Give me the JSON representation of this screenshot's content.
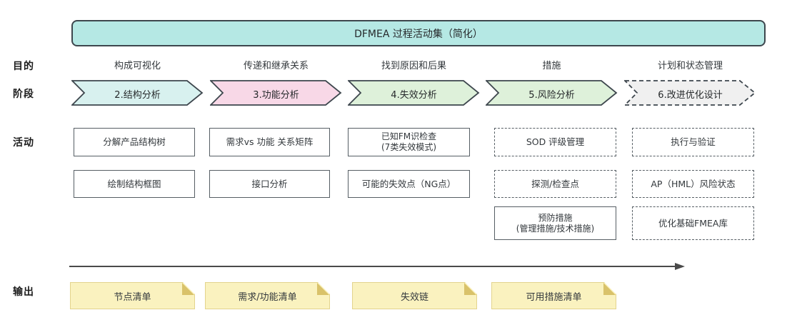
{
  "title": "DFMEA 过程活动集（简化）",
  "row_labels": {
    "purpose": "目的",
    "phase": "阶段",
    "activity": "活动",
    "output": "输出"
  },
  "columns": [
    {
      "purpose": "构成可视化",
      "phase": "2.结构分析",
      "phase_fill": "#d8f1ef",
      "phase_dashed": false,
      "activities": [
        {
          "lines": [
            "分解产品结构树"
          ],
          "dashed": false
        },
        {
          "lines": [
            "绘制结构框图"
          ],
          "dashed": false
        }
      ],
      "output": "节点清单"
    },
    {
      "purpose": "传递和继承关系",
      "phase": "3.功能分析",
      "phase_fill": "#f8d8e7",
      "phase_dashed": false,
      "activities": [
        {
          "lines": [
            "需求vs 功能 关系矩阵"
          ],
          "dashed": false
        },
        {
          "lines": [
            "接口分析"
          ],
          "dashed": false
        }
      ],
      "output": "需求/功能清单"
    },
    {
      "purpose": "找到原因和后果",
      "phase": "4.失效分析",
      "phase_fill": "#def1da",
      "phase_dashed": false,
      "activities": [
        {
          "lines": [
            "已知FM识检查",
            "(7类失效模式)"
          ],
          "dashed": false
        },
        {
          "lines": [
            "可能的失效点（NG点）"
          ],
          "dashed": false
        }
      ],
      "output": "失效链"
    },
    {
      "purpose": "措施",
      "phase": "5.风险分析",
      "phase_fill": "#def1da",
      "phase_dashed": false,
      "activities": [
        {
          "lines": [
            "SOD 评级管理"
          ],
          "dashed": true
        },
        {
          "lines": [
            "探测/检查点"
          ],
          "dashed": true
        },
        {
          "lines": [
            "预防措施",
            "(管理措施/技术措施)"
          ],
          "dashed": false
        }
      ],
      "output": "可用措施清单"
    },
    {
      "purpose": "计划和状态管理",
      "phase": "6.改进优化设计",
      "phase_fill": "#f0f0f0",
      "phase_dashed": true,
      "activities": [
        {
          "lines": [
            "执行与验证"
          ],
          "dashed": true
        },
        {
          "lines": [
            "AP（HML）风险状态"
          ],
          "dashed": true
        },
        {
          "lines": [
            "优化基础FMEA库"
          ],
          "dashed": true
        }
      ],
      "output": null
    }
  ],
  "colors": {
    "banner_fill": "#b5e8e4",
    "shape_border": "#3d464d",
    "box_border": "#565e64",
    "note_fill": "#faf2bf",
    "note_border": "#e3d48d",
    "note_fold": "#d9c26a",
    "timeline": "#4a4a4a"
  }
}
